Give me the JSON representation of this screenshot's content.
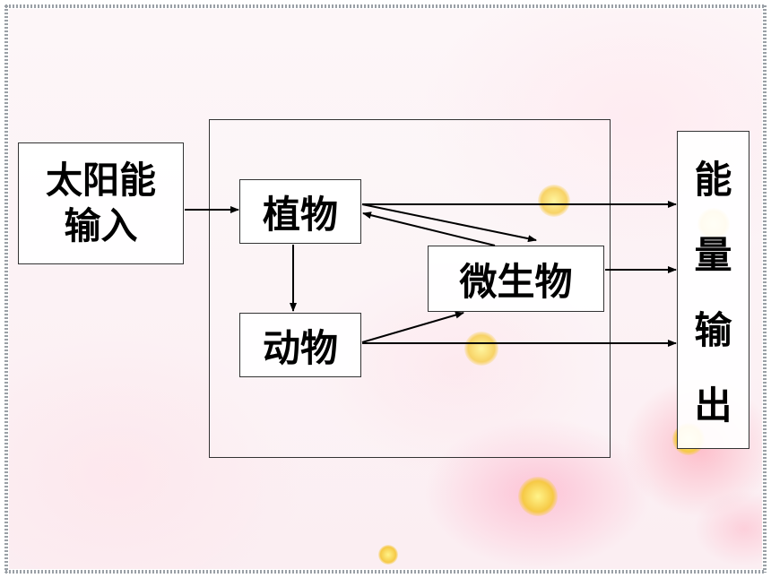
{
  "diagram": {
    "nodes": {
      "solar_input": "太阳能输入",
      "solar_input_line1": "太阳能",
      "solar_input_line2": "输入",
      "plants": "植物",
      "animals": "动物",
      "microbes": "微生物",
      "energy_output_chars": [
        "能",
        "量",
        "输",
        "出"
      ]
    },
    "edges": [
      {
        "from": "solar_input",
        "to": "plants"
      },
      {
        "from": "plants",
        "to": "animals"
      },
      {
        "from": "plants",
        "to": "microbes"
      },
      {
        "from": "microbes",
        "to": "plants"
      },
      {
        "from": "animals",
        "to": "microbes"
      },
      {
        "from": "plants",
        "to": "energy_output"
      },
      {
        "from": "microbes",
        "to": "energy_output"
      },
      {
        "from": "animals",
        "to": "energy_output"
      }
    ]
  },
  "colors": {
    "background": "#fbeef2",
    "border": "#333333",
    "text": "#000000",
    "flower_accent": "#f6c945"
  }
}
